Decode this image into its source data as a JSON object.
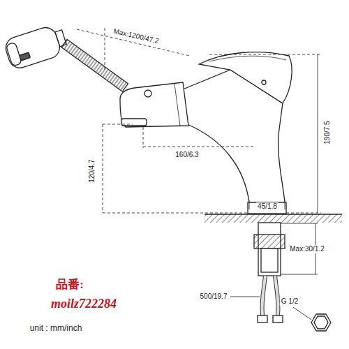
{
  "diagram": {
    "labels": [
      "Max:1200/47.2",
      "190/7.5",
      "160/6.3",
      "120/4.7",
      "45/1.8",
      "Max:30/1.2",
      "500/19.7",
      "G 1/2",
      "品番:",
      "moilz722284",
      "unit : mm/inch"
    ]
  }
}
